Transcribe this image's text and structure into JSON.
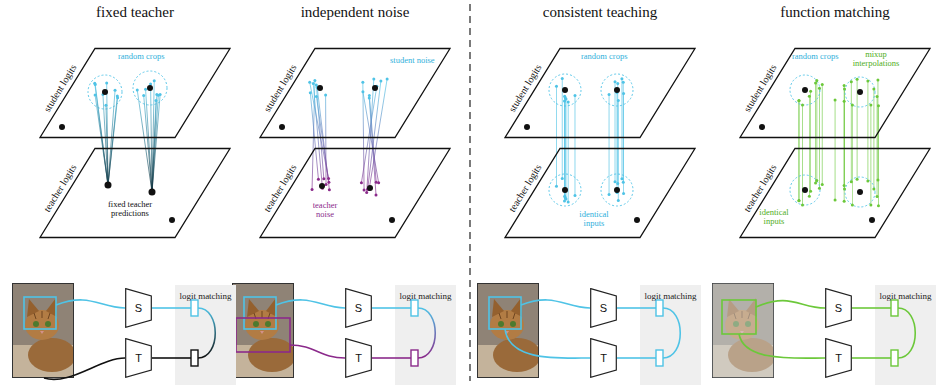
{
  "diagram": {
    "nodes": [
      {
        "text": [
          "student logits"
        ]
      },
      {
        "text": [
          "teacher logits"
        ]
      },
      {
        "text": [
          "S"
        ]
      },
      {
        "text": [
          "T"
        ]
      },
      {
        "text": [
          "logit matching"
        ]
      },
      {
        "text": [
          "student logits"
        ]
      },
      {
        "text": [
          "teacher logits"
        ]
      },
      {
        "text": [
          "S"
        ]
      },
      {
        "text": [
          "T"
        ]
      },
      {
        "text": [
          "logit matching"
        ]
      },
      {
        "text": [
          "student logits"
        ]
      },
      {
        "text": [
          "teacher logits"
        ]
      },
      {
        "text": [
          "S"
        ]
      },
      {
        "text": [
          "T"
        ]
      },
      {
        "text": [
          "logit matching"
        ]
      },
      {
        "text": [
          "student logits"
        ]
      },
      {
        "text": [
          "teacher logits"
        ]
      },
      {
        "text": [
          "S"
        ]
      },
      {
        "text": [
          "T"
        ]
      },
      {
        "text": [
          "logit matching"
        ]
      }
    ],
    "edges": [
      {
        "from": 2,
        "to": 4,
        "arrow": "none"
      },
      {
        "from": 3,
        "to": 4,
        "arrow": "none"
      },
      {
        "from": 7,
        "to": 9,
        "arrow": "none"
      },
      {
        "from": 8,
        "to": 9,
        "arrow": "none"
      },
      {
        "from": 12,
        "to": 14,
        "arrow": "none"
      },
      {
        "from": 13,
        "to": 14,
        "arrow": "none"
      },
      {
        "from": 17,
        "to": 19,
        "arrow": "none"
      },
      {
        "from": 18,
        "to": 19,
        "arrow": "none"
      }
    ],
    "labels": [
      "fixed teacher",
      "independent noise",
      "consistent teaching",
      "function matching",
      "random crops",
      "fixed teacher predictions",
      "student noise",
      "teacher noise",
      "random crops",
      "identical inputs",
      "random crops",
      "mixup interpolations",
      "identical inputs"
    ]
  }
}
